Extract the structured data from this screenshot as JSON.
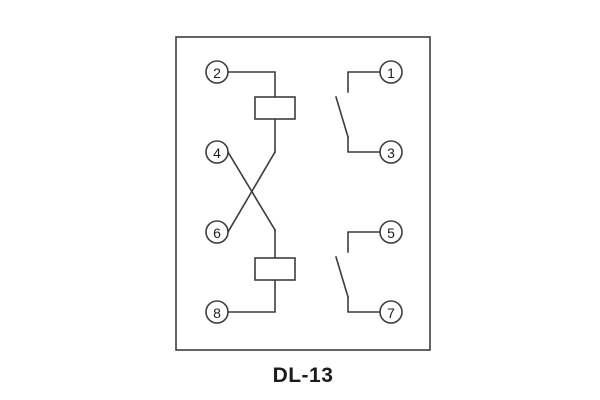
{
  "diagram": {
    "title": "DL-13",
    "terminals": {
      "left": [
        "2",
        "4",
        "6",
        "8"
      ],
      "right": [
        "1",
        "3",
        "5",
        "7"
      ]
    },
    "colors": {
      "line": "#3d3d3d",
      "background": "#ffffff",
      "text": "#1c1c1c"
    }
  }
}
